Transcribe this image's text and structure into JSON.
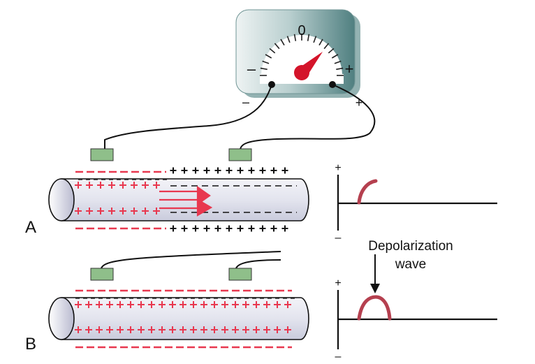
{
  "meter": {
    "zero_label": "0",
    "minus_label": "–",
    "plus_label": "+",
    "lead_minus_label": "–",
    "lead_plus_label": "+"
  },
  "panel_a": {
    "label": "A",
    "graph_plus": "+",
    "graph_minus": "–"
  },
  "panel_b": {
    "label": "B",
    "graph_plus": "+",
    "graph_minus": "–",
    "annotation_line1": "Depolarization",
    "annotation_line2": "wave"
  },
  "colors": {
    "meter_face": "#4f7f80",
    "meter_light": "#e8eeee",
    "needle": "#d4142a",
    "charge_red": "#e8384f",
    "curve": "#b5404f",
    "electrode": "#8fbf8a",
    "fiber_fill": "#dfe0ec"
  }
}
